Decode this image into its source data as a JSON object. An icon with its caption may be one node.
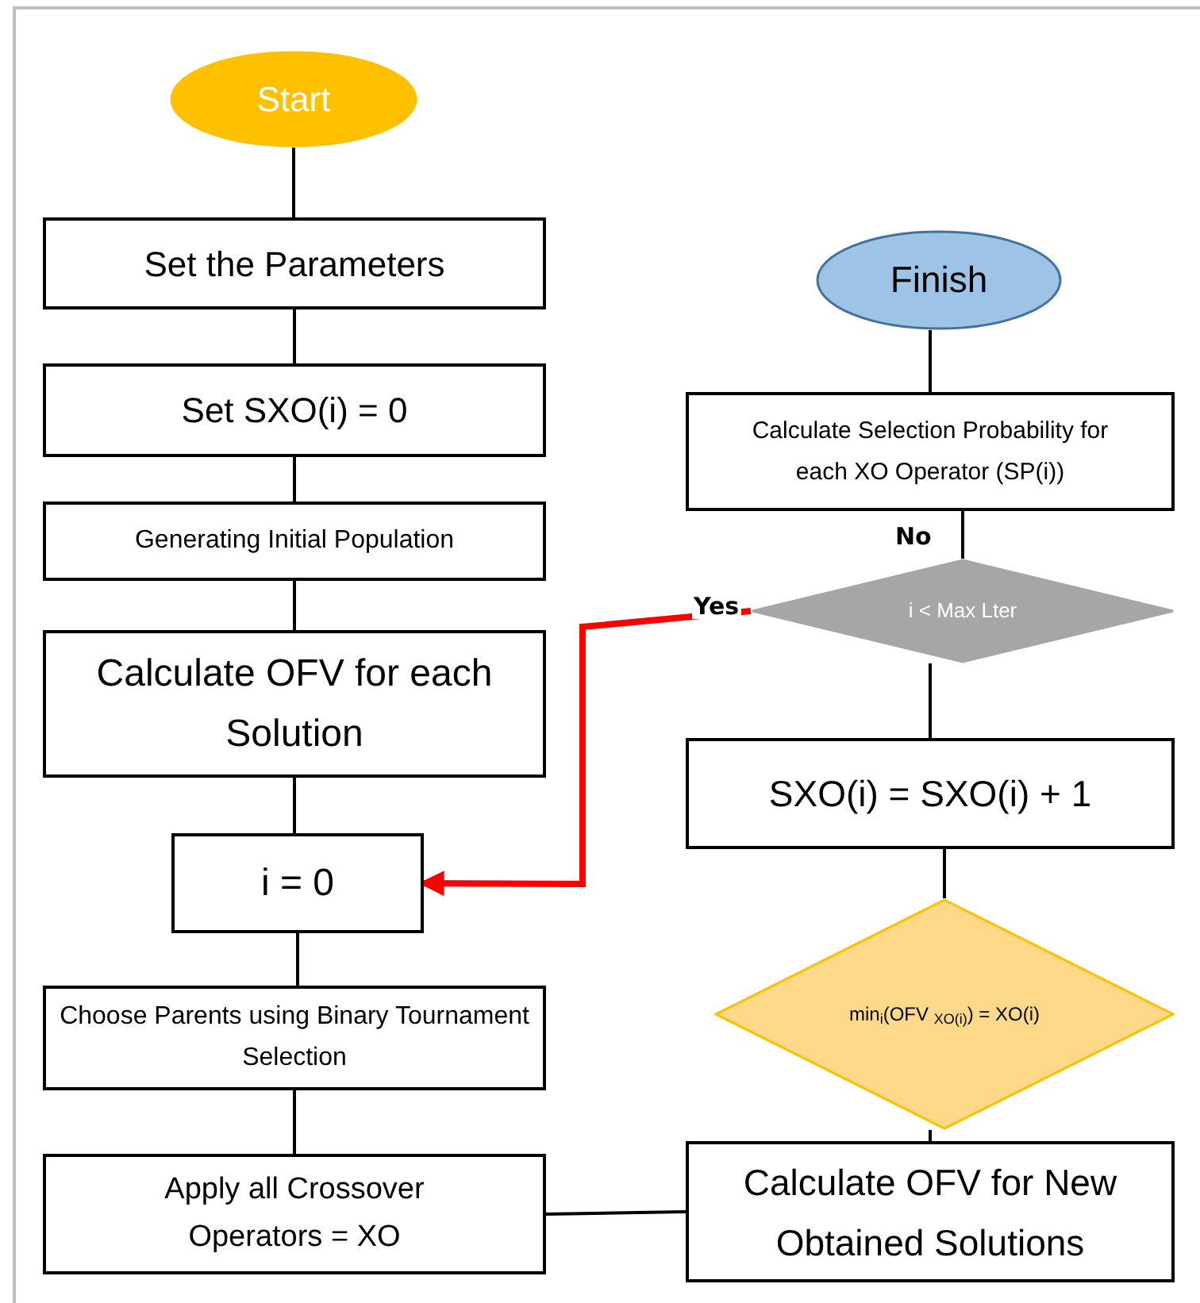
{
  "diagram": {
    "nodes": [
      {
        "text": [
          "Start"
        ]
      },
      {
        "text": [
          "Set the Parameters"
        ]
      },
      {
        "text": [
          "Set SXO(i) = 0"
        ]
      },
      {
        "text": [
          "Generating Initial Population"
        ]
      },
      {
        "text": [
          "Calculate OFV for each Solution"
        ]
      },
      {
        "text": [
          "i = 0"
        ]
      },
      {
        "text": [
          "Choose Parents using Binary Tournament Selection"
        ]
      },
      {
        "text": [
          "Apply all Crossover Operators = XO"
        ]
      },
      {
        "text": [
          "Calculate OFV for New Obtained Solutions"
        ]
      },
      {
        "text": [
          "min$_{i}$(OFV $_{XO(i)}$) = XO(i)"
        ]
      },
      {
        "text": [
          "SXO(i) = SXO(i) + 1"
        ]
      },
      {
        "text": [
          "i < Max Lter"
        ]
      },
      {
        "text": [
          "Calculate Selection Probability for each XO Operator (SP(i))"
        ]
      },
      {
        "text": [
          "Finish"
        ]
      }
    ],
    "edges": [
      {
        "from": 0,
        "to": 1,
        "arrow": "none"
      },
      {
        "from": 1,
        "to": 2,
        "arrow": "none"
      },
      {
        "from": 2,
        "to": 3,
        "arrow": "none"
      },
      {
        "from": 3,
        "to": 4,
        "arrow": "none"
      },
      {
        "from": 4,
        "to": 5,
        "arrow": "none"
      },
      {
        "from": 5,
        "to": 6,
        "arrow": "none"
      },
      {
        "from": 6,
        "to": 7,
        "arrow": "none"
      },
      {
        "from": 7,
        "to": 8,
        "arrow": "none"
      },
      {
        "from": 8,
        "to": 9,
        "arrow": "none"
      },
      {
        "from": 9,
        "to": 10,
        "arrow": "none"
      },
      {
        "from": 10,
        "to": 11,
        "arrow": "none"
      },
      {
        "from": 11,
        "to": 12,
        "arrow": "none",
        "label": "No"
      },
      {
        "from": 12,
        "to": 13,
        "arrow": "none"
      },
      {
        "from": 11,
        "to": 5,
        "arrow": "to",
        "label": "Yes",
        "style": "thick",
        "color": "#ff0000"
      }
    ]
  }
}
